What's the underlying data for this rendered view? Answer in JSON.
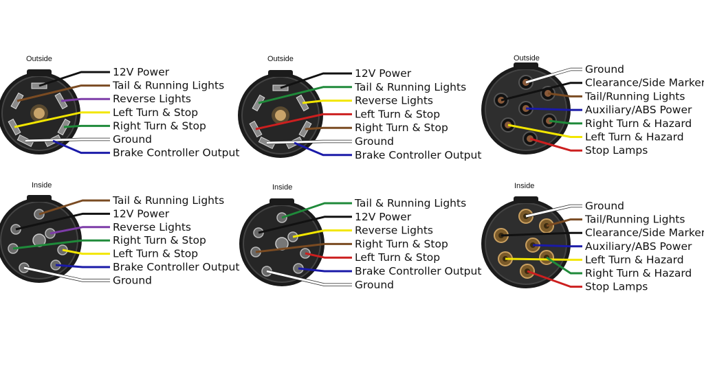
{
  "colors": {
    "black": "#111111",
    "brown": "#7a4b22",
    "purple": "#7d3ca8",
    "yellow": "#f2e600",
    "green": "#1f8a3a",
    "white": "#ffffff",
    "blue": "#1a1aa8",
    "red": "#cc1f1f",
    "tan": "#c9a46a"
  },
  "panels": [
    {
      "id": "top-left",
      "view": "Outside",
      "style": "blade",
      "labels": [
        {
          "text": "12V Power",
          "color": "black"
        },
        {
          "text": "Tail & Running Lights",
          "color": "brown"
        },
        {
          "text": "Reverse Lights",
          "color": "purple"
        },
        {
          "text": "Left Turn & Stop",
          "color": "yellow"
        },
        {
          "text": "Right Turn & Stop",
          "color": "green"
        },
        {
          "text": "Ground",
          "color": "white"
        },
        {
          "text": "Brake Controller Output",
          "color": "blue"
        }
      ]
    },
    {
      "id": "top-middle",
      "view": "Outside",
      "style": "blade",
      "labels": [
        {
          "text": "12V Power",
          "color": "black"
        },
        {
          "text": "Tail & Running Lights",
          "color": "green"
        },
        {
          "text": "Reverse Lights",
          "color": "yellow"
        },
        {
          "text": "Left Turn & Stop",
          "color": "red"
        },
        {
          "text": "Right Turn & Stop",
          "color": "brown"
        },
        {
          "text": "Ground",
          "color": "white"
        },
        {
          "text": "Brake Controller Output",
          "color": "blue"
        }
      ]
    },
    {
      "id": "top-right",
      "view": "Outside",
      "style": "round",
      "labels": [
        {
          "text": "Ground",
          "color": "white"
        },
        {
          "text": "Clearance/Side Marker",
          "color": "black"
        },
        {
          "text": "Tail/Running Lights",
          "color": "brown"
        },
        {
          "text": "Auxiliary/ABS Power",
          "color": "blue"
        },
        {
          "text": "Right Turn & Hazard",
          "color": "green"
        },
        {
          "text": "Left Turn & Hazard",
          "color": "yellow"
        },
        {
          "text": "Stop Lamps",
          "color": "red"
        }
      ]
    },
    {
      "id": "bottom-left",
      "view": "Inside",
      "style": "inside-blade",
      "labels": [
        {
          "text": "Tail & Running Lights",
          "color": "brown"
        },
        {
          "text": "12V Power",
          "color": "black"
        },
        {
          "text": "Reverse Lights",
          "color": "purple"
        },
        {
          "text": "Right Turn & Stop",
          "color": "green"
        },
        {
          "text": "Left Turn & Stop",
          "color": "yellow"
        },
        {
          "text": "Brake Controller Output",
          "color": "blue"
        },
        {
          "text": "Ground",
          "color": "white"
        }
      ]
    },
    {
      "id": "bottom-middle",
      "view": "Inside",
      "style": "inside-blade",
      "labels": [
        {
          "text": "Tail & Running Lights",
          "color": "green"
        },
        {
          "text": "12V Power",
          "color": "black"
        },
        {
          "text": "Reverse Lights",
          "color": "yellow"
        },
        {
          "text": "Right Turn & Stop",
          "color": "brown"
        },
        {
          "text": "Left Turn & Stop",
          "color": "red"
        },
        {
          "text": "Brake Controller Output",
          "color": "blue"
        },
        {
          "text": "Ground",
          "color": "white"
        }
      ]
    },
    {
      "id": "bottom-right",
      "view": "Inside",
      "style": "inside-round",
      "labels": [
        {
          "text": "Ground",
          "color": "white"
        },
        {
          "text": "Tail/Running Lights",
          "color": "brown"
        },
        {
          "text": "Clearance/Side Marker",
          "color": "black"
        },
        {
          "text": "Auxiliary/ABS Power",
          "color": "blue"
        },
        {
          "text": "Left Turn & Hazard",
          "color": "yellow"
        },
        {
          "text": "Right Turn & Hazard",
          "color": "green"
        },
        {
          "text": "Stop Lamps",
          "color": "red"
        }
      ]
    }
  ]
}
